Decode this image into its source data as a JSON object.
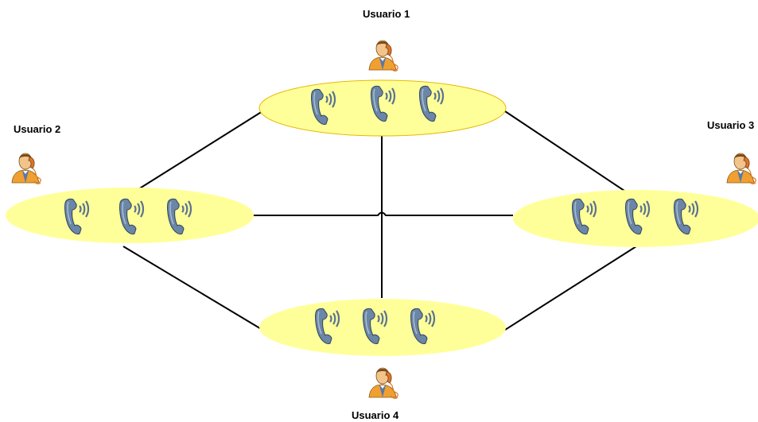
{
  "users": [
    {
      "id": "user1",
      "label": "Usuario 1"
    },
    {
      "id": "user2",
      "label": "Usuario 2"
    },
    {
      "id": "user3",
      "label": "Usuario 3"
    },
    {
      "id": "user4",
      "label": "Usuario 4"
    }
  ],
  "node_icon": "handset-with-sound-waves-icon",
  "user_icon": "person-on-phone-icon",
  "colors": {
    "node_fill": "#ffff99",
    "node_stroke_top": "#e6b800",
    "link": "#000000",
    "handset": "#5f7fa0",
    "shirt": "#f0a030"
  }
}
